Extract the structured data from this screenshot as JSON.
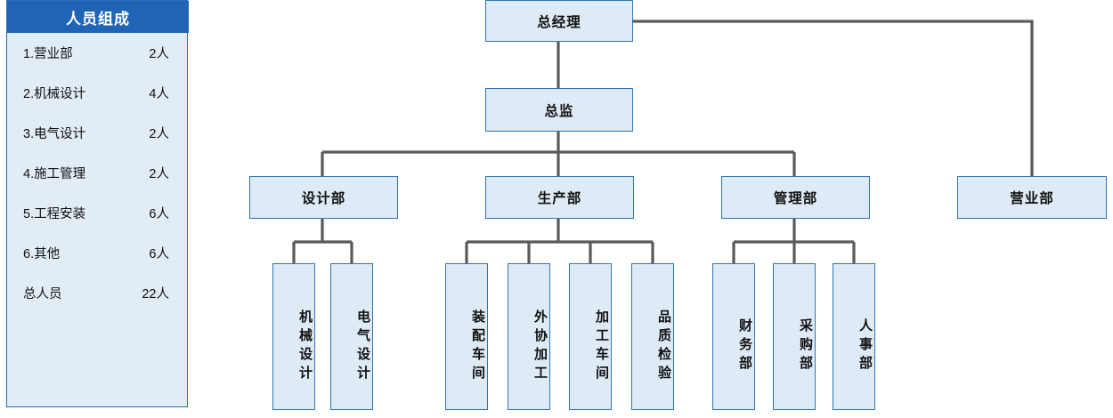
{
  "staff_panel": {
    "title": "人员组成",
    "header_color": "#1F64B5",
    "body_color": "#E1ECF5",
    "rows": [
      {
        "label": "1.营业部",
        "count": "2人"
      },
      {
        "label": "2.机械设计",
        "count": "4人"
      },
      {
        "label": "3.电气设计",
        "count": "2人"
      },
      {
        "label": "4.施工管理",
        "count": "2人"
      },
      {
        "label": "5.工程安装",
        "count": "6人"
      },
      {
        "label": "6.其他",
        "count": "6人"
      },
      {
        "label": "总人员",
        "count": "22人"
      }
    ]
  },
  "org_chart": {
    "box_fill": "#DEEAF6",
    "box_border": "#2E75B6",
    "connector_color": "#5A5A5A",
    "nodes": {
      "general_manager": "总经理",
      "director": "总监",
      "design_dept": "设计部",
      "production_dept": "生产部",
      "management_dept": "管理部",
      "sales_dept": "营业部",
      "mechanical_design": "机械设计",
      "electrical_design": "电气设计",
      "assembly_workshop": "装配车间",
      "outsourced_processing": "外协加工",
      "machining_workshop": "加工车间",
      "quality_inspection": "品质检验",
      "finance_dept": "财务部",
      "purchasing_dept": "采购部",
      "hr_dept": "人事部"
    }
  }
}
